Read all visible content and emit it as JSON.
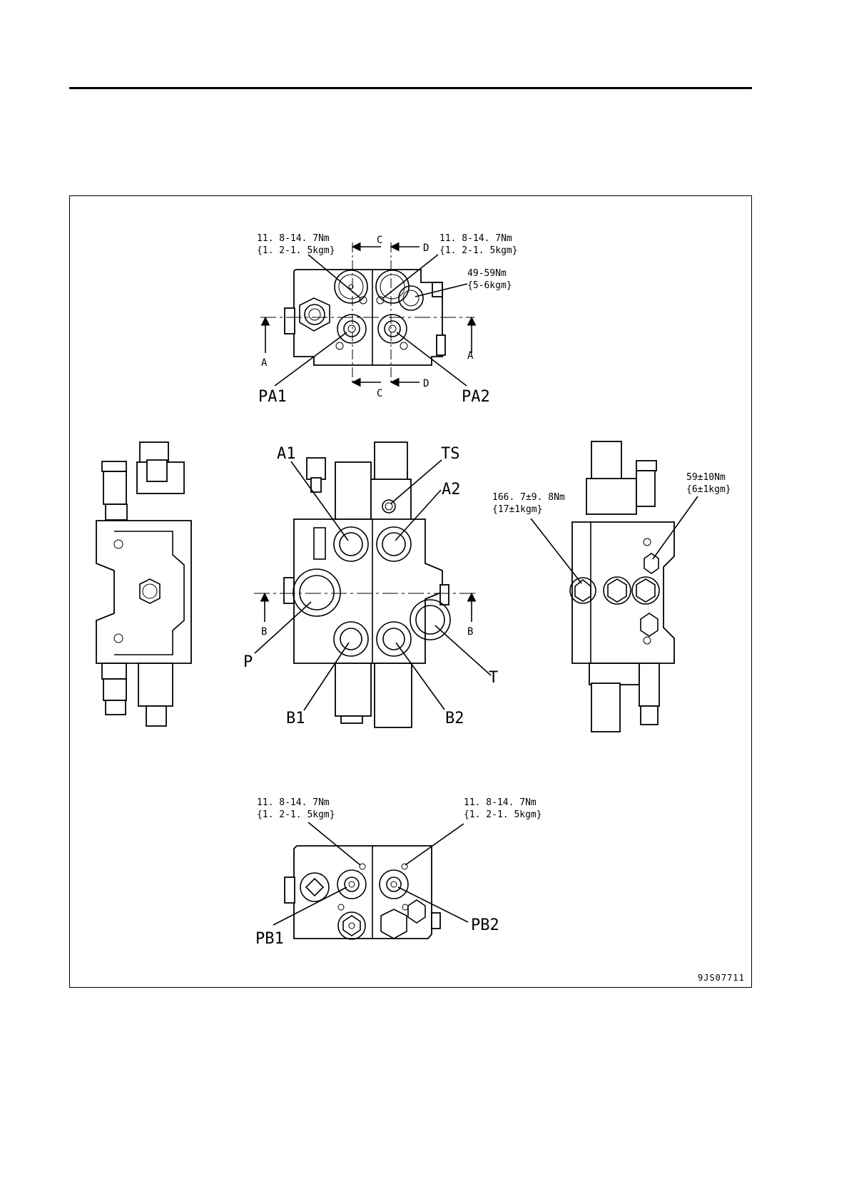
{
  "figure_code": "9JS07711",
  "top_view": {
    "torque_left": {
      "line1": "11. 8-14. 7Nm",
      "line2": "{1. 2-1. 5kgm}"
    },
    "torque_right": {
      "line1": "11. 8-14. 7Nm",
      "line2": "{1. 2-1. 5kgm}"
    },
    "torque_plug": {
      "line1": "49-59Nm",
      "line2": "{5-6kgm}"
    },
    "section_c": "C",
    "section_d": "D",
    "section_a": "A",
    "port_pa1": "PA1",
    "port_pa2": "PA2"
  },
  "front_view": {
    "port_a1": "A1",
    "port_a2": "A2",
    "port_ts": "TS",
    "port_p": "P",
    "port_t": "T",
    "port_b1": "B1",
    "port_b2": "B2",
    "section_b": "B"
  },
  "right_view": {
    "torque_large": {
      "line1": "166. 7±9. 8Nm",
      "line2": "{17±1kgm}"
    },
    "torque_small": {
      "line1": "59±10Nm",
      "line2": "{6±1kgm}"
    }
  },
  "bottom_view": {
    "torque_left": {
      "line1": "11. 8-14. 7Nm",
      "line2": "{1. 2-1. 5kgm}"
    },
    "torque_right": {
      "line1": "11. 8-14. 7Nm",
      "line2": "{1. 2-1. 5kgm}"
    },
    "port_pb1": "PB1",
    "port_pb2": "PB2"
  }
}
